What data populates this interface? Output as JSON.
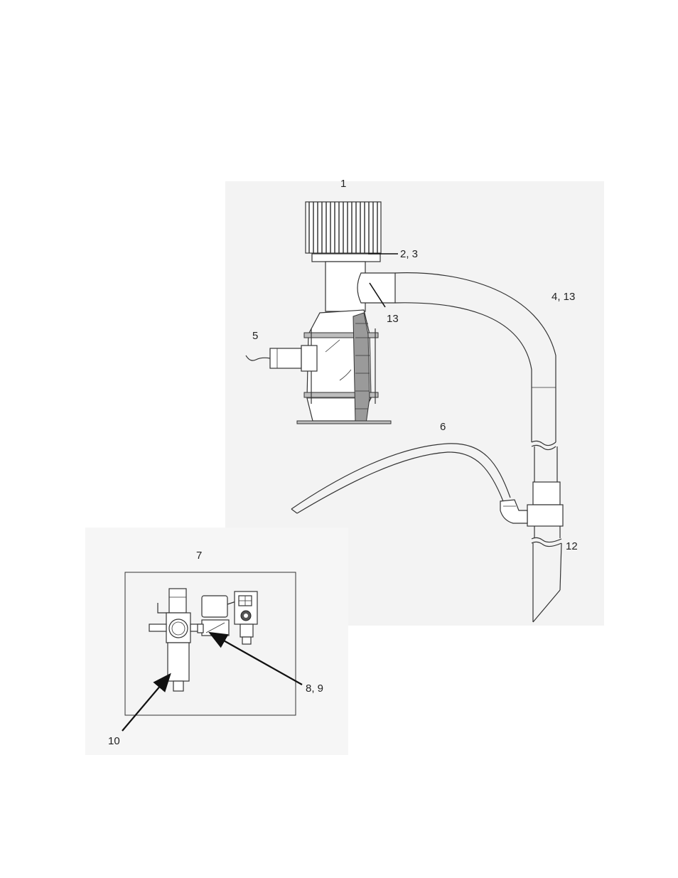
{
  "labels": {
    "l1": "1",
    "l23": "2, 3",
    "l413": "4, 13",
    "l13": "13",
    "l5": "5",
    "l6": "6",
    "l7": "7",
    "l12": "12",
    "l89": "8, 9",
    "l10": "10"
  }
}
